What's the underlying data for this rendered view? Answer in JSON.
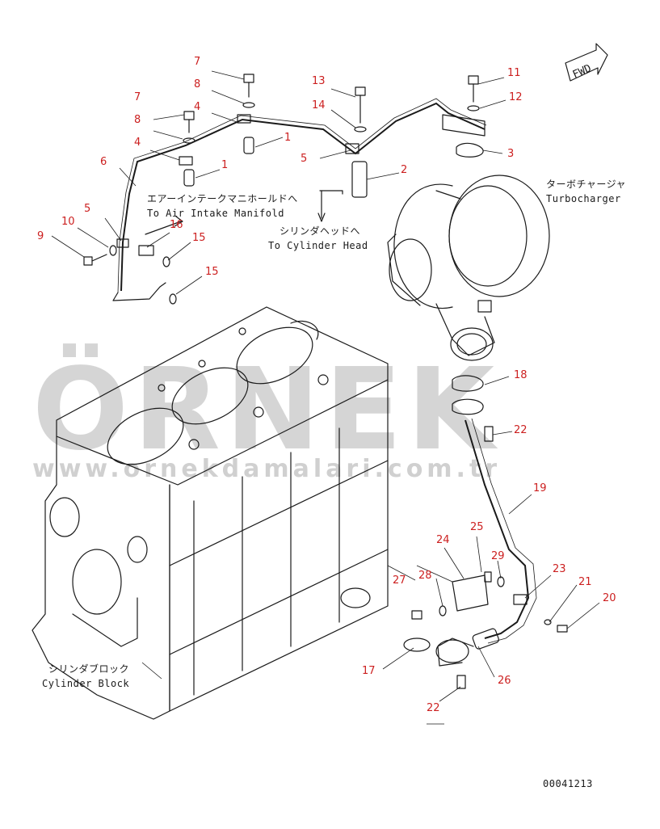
{
  "drawing_id": "00041213",
  "fwd_label": "FWD",
  "watermark": {
    "main": "ÖRNEK",
    "url": "www.ornekdamalari.com.tr"
  },
  "callouts": {
    "air_intake_jp": "エアーインテークマニホールドへ",
    "air_intake_en": "To Air Intake Manifold",
    "cylinder_head_jp": "シリンダヘッドへ",
    "cylinder_head_en": "To Cylinder Head",
    "turbo_jp": "ターボチャージャ",
    "turbo_en": "Turbocharger",
    "block_jp": "シリンダブロック",
    "block_en": "Cylinder Block"
  },
  "part_numbers": [
    "7",
    "8",
    "4",
    "1",
    "7",
    "8",
    "4",
    "1",
    "6",
    "5",
    "10",
    "9",
    "16",
    "15",
    "15",
    "13",
    "14",
    "5",
    "2",
    "11",
    "12",
    "3",
    "18",
    "22",
    "19",
    "25",
    "24",
    "29",
    "23",
    "21",
    "20",
    "28",
    "27",
    "26",
    "17",
    "22"
  ]
}
